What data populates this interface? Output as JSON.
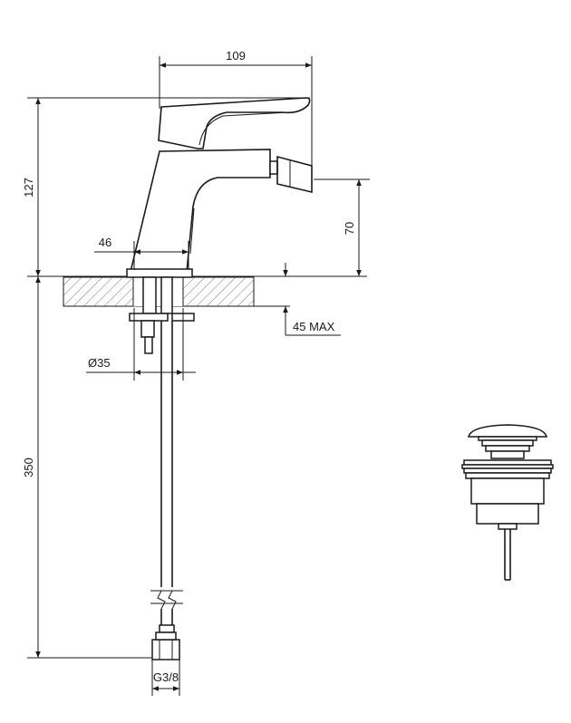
{
  "dimensions": {
    "width_top": "109",
    "height_total": "127",
    "height_spout": "70",
    "base_width": "46",
    "deck_max": "45 MAX",
    "hole_diameter": "Ø35",
    "hose_length": "350",
    "thread": "G3/8"
  },
  "colors": {
    "line": "#1a1a1a",
    "hatch": "#555555",
    "background": "#ffffff"
  }
}
